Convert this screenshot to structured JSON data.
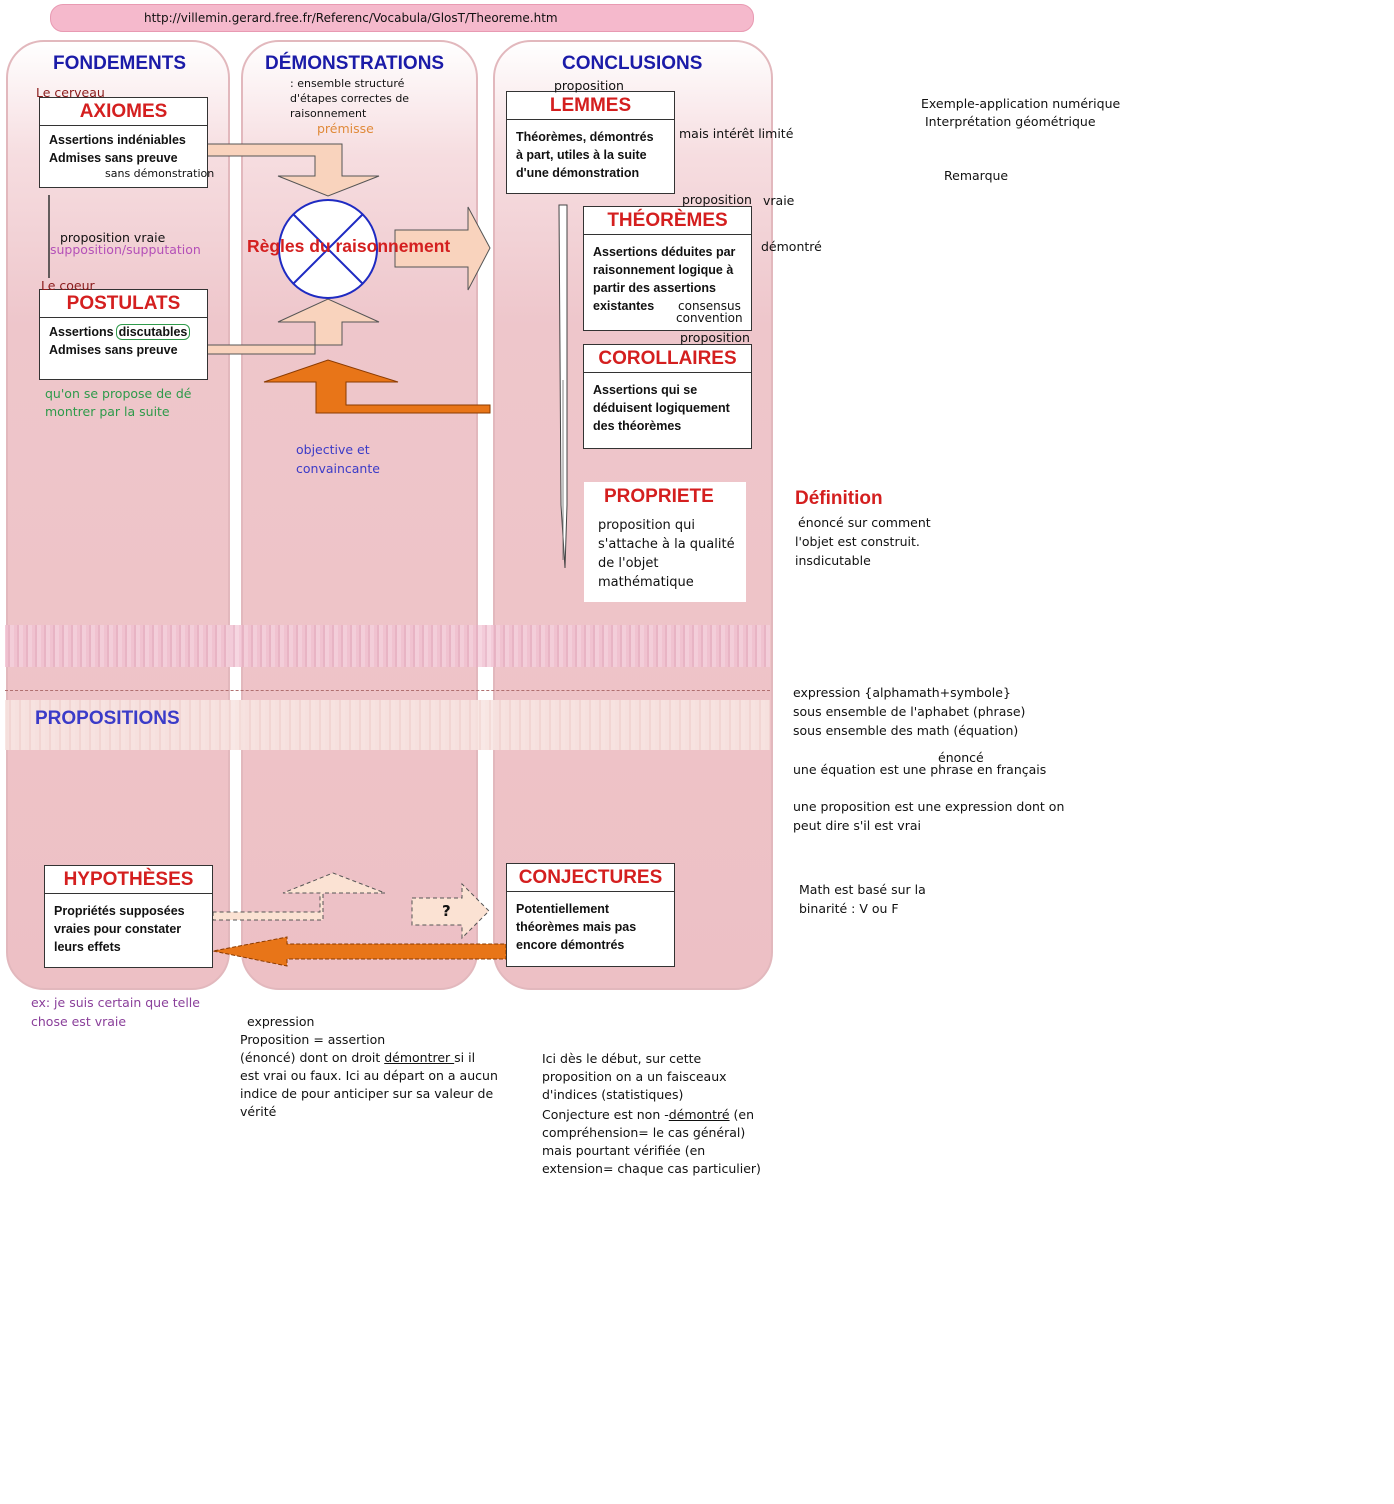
{
  "url": "http://villemin.gerard.free.fr/Referenc/Vocabula/GlosT/Theoreme.htm",
  "columns": {
    "fondements": "FONDEMENTS",
    "demonstrations": "DÉMONSTRATIONS",
    "conclusions": "CONCLUSIONS",
    "propositions": "PROPOSITIONS"
  },
  "boxes": {
    "axiomes": {
      "title": "AXIOMES",
      "line1": "Assertions indéniables",
      "line2": "Admises sans preuve"
    },
    "postulats": {
      "title": "POSTULATS",
      "word1": "Assertions",
      "word2": "discutables",
      "line2": "Admises sans preuve"
    },
    "lemmes": {
      "title": "LEMMES",
      "line1": "Théorèmes, démontrés",
      "line2": "à part, utiles à la suite",
      "line3": "d'une démonstration"
    },
    "theoremes": {
      "title": "THÉORÈMES",
      "line1": "Assertions déduites par",
      "line2": "raisonnement logique à",
      "line3": "partir des assertions",
      "line4": "existantes"
    },
    "corollaires": {
      "title": "COROLLAIRES",
      "line1": "Assertions qui se",
      "line2": "déduisent logiquement",
      "line3": "des théorèmes"
    },
    "propriete": {
      "title": "PROPRIETE",
      "line1": "proposition qui",
      "line2": "s'attache à la qualité",
      "line3": "de l'objet",
      "line4": "mathématique"
    },
    "hypotheses": {
      "title": "HYPOTHÈSES",
      "line1": "Propriétés supposées",
      "line2": "vraies pour constater",
      "line3": "leurs effets"
    },
    "conjectures": {
      "title": "CONJECTURES",
      "line1": "Potentiellement",
      "line2": "théorèmes mais pas",
      "line3": "encore démontrés"
    }
  },
  "regles": "Règles du raisonnement",
  "question_mark": "?",
  "notes": {
    "le_cerveau": "Le cerveau",
    "sans_demonstration": "sans démonstration",
    "proposition_vraie": "proposition vraie",
    "supposition": "supposition/supputation",
    "le_coeur": "Le coeur",
    "qu_on_1": "qu'on se propose de dé",
    "qu_on_2": "montrer par la suite",
    "ensemble_1": ": ensemble structuré",
    "ensemble_2": "d'étapes correctes de",
    "ensemble_3": "raisonnement",
    "premisse": "prémisse",
    "objective_1": "objective et",
    "objective_2": "convaincante",
    "proposition_top": "proposition",
    "mais_interet": "mais intérêt limité",
    "proposition_mid": "proposition",
    "vraie": "vraie",
    "demontre": "démontré",
    "consensus": "consensus",
    "convention": "convention",
    "proposition_low": "proposition",
    "exemple": "Exemple-application numérique",
    "interpretation": "Interprétation géométrique",
    "remarque": "Remarque",
    "definition": "Définition",
    "def_1": "énoncé sur comment",
    "def_2": "l'objet est construit.",
    "def_3": "insdicutable",
    "expr_1": "expression {alphamath+symbole}",
    "expr_2": "sous ensemble de l'aphabet (phrase)",
    "expr_3": "sous ensemble des math (équation)",
    "enonce": "énoncé",
    "equation": "une équation est une phrase en français",
    "prop_expr_1": "une proposition est une expression dont on",
    "prop_expr_2": "peut dire s'il est vrai",
    "math_1": "Math est basé sur la",
    "math_2": "binarité : V ou F",
    "ex_1": "ex: je suis certain que telle",
    "ex_2": "chose est vraie",
    "expression": "expression",
    "assert_1": "Proposition = assertion",
    "assert_2a": "(énoncé) dont on droit ",
    "assert_2b": "démontrer ",
    "assert_2c": "si il",
    "assert_3": "est vrai ou faux. Ici au départ on a  aucun",
    "assert_4": "indice de pour anticiper sur sa valeur de",
    "assert_5": "vérité",
    "ici_1": "Ici dès le début, sur cette",
    "ici_2": "proposition on a un faisceaux",
    "ici_3": "d'indices (statistiques)",
    "ici_4a": "Conjecture est non -",
    "ici_4b": "démontré",
    "ici_4c": " (en",
    "ici_5": "compréhension= le cas général)",
    "ici_6": "mais pourtant vérifiée (en",
    "ici_7": "extension= chaque cas particulier)"
  }
}
